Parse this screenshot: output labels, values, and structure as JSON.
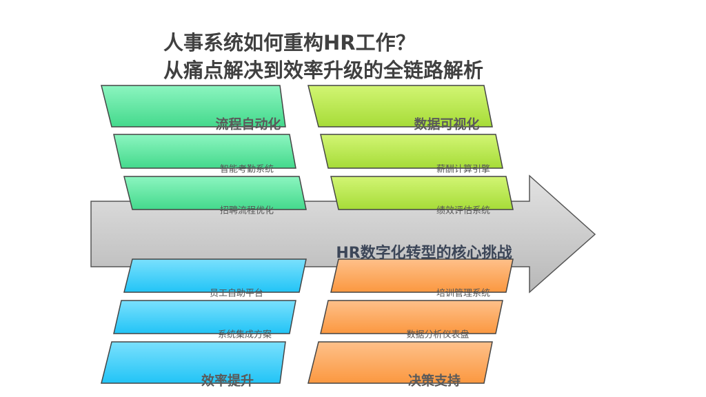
{
  "title": {
    "line1": "人事系统如何重构HR工作？",
    "line2": "从痛点解决到效率升级的全链路解析"
  },
  "arrow_label": "HR数字化转型的核心挑战",
  "branches": {
    "top_left": {
      "category": "流程自动化",
      "items": [
        "智能考勤系统",
        "招聘流程优化"
      ]
    },
    "top_right": {
      "category": "数据可视化",
      "items": [
        "薪酬计算引擎",
        "绩效评估系统"
      ]
    },
    "bottom_left": {
      "category": "效率提升",
      "items": [
        "员工自助平台",
        "系统集成方案"
      ]
    },
    "bottom_right": {
      "category": "决策支持",
      "items": [
        "培训管理系统",
        "数据分析仪表盘"
      ]
    }
  },
  "colors": {
    "title": "#404040",
    "green": "#5ee5a0",
    "lime": "#b9e64c",
    "blue": "#56cffb",
    "orange": "#fda85a",
    "arrow": "#cfcfcf"
  }
}
